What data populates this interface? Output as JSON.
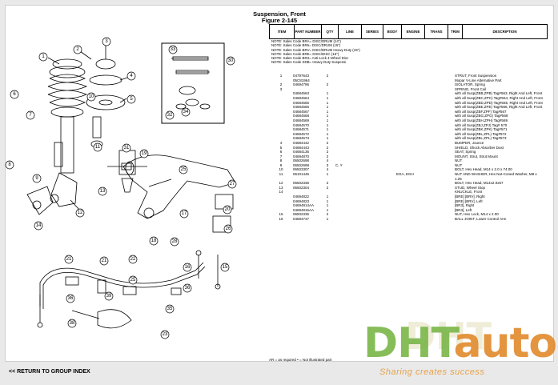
{
  "header": {
    "title": "Suspension, Front",
    "figure": "Figure 2-145"
  },
  "table": {
    "columns": [
      "ITEM",
      "PART NUMBER",
      "QTY",
      "LINE",
      "SERIES",
      "BODY",
      "ENGINE",
      "TRANS",
      "TRIM",
      "DESCRIPTION"
    ],
    "notes": [
      "NOTE: Sales Code BRA= DISC/DRUM (14\")",
      "NOTE: Sales Code BR6= DISC/DRUM (15\")",
      "NOTE: Sales Code BRV= DISC/DRUM Heavy Duty (15\")",
      "NOTE: Sales Code BRE= DISC/DISC (15\")",
      "NOTE: Sales Code BR3= Anti-Lock 4-Wheel Disc",
      "NOTE: Sales Code SDB= Heavy Duty Suspensi"
    ],
    "rows": [
      {
        "item": "1",
        "part": "04797643",
        "qty": "2",
        "line": "",
        "engine": "",
        "desc": "STRUT, Front Suspension"
      },
      {
        "item": "",
        "part": "05C81964",
        "qty": "",
        "line": "",
        "engine": "",
        "desc": "Mopar V-Line Alternative Part"
      },
      {
        "item": "2",
        "part": "04694796",
        "qty": "2",
        "line": "",
        "engine": "",
        "desc": "ISOLATOR, Spring"
      },
      {
        "item": "3",
        "part": "",
        "qty": "",
        "line": "",
        "engine": "",
        "desc": "SPRING, Front Coil"
      },
      {
        "item": "",
        "part": "04684563",
        "qty": "1",
        "line": "",
        "engine": "",
        "desc": "with all Susp(ZBB,ZPB) Tag#563, Right And Left, Front"
      },
      {
        "item": "",
        "part": "04684564",
        "qty": "1",
        "line": "",
        "engine": "",
        "desc": "with all Susp(ZBC,ZPC) Tag#564, Right And Left, Front"
      },
      {
        "item": "",
        "part": "04684565",
        "qty": "1",
        "line": "",
        "engine": "",
        "desc": "with all Susp(ZBD,ZPD) Tag#565, Right And Left, Front"
      },
      {
        "item": "",
        "part": "04684566",
        "qty": "1",
        "line": "",
        "engine": "",
        "desc": "with all Susp(ZBE,ZPE) Tag#566, Right And Left, Front"
      },
      {
        "item": "",
        "part": "04684567",
        "qty": "1",
        "line": "",
        "engine": "",
        "desc": "with all Susp(ZBF,ZPF) Tag#567"
      },
      {
        "item": "",
        "part": "04684568",
        "qty": "1",
        "line": "",
        "engine": "",
        "desc": "with all Susp(ZBG,ZPG) Tag#568"
      },
      {
        "item": "",
        "part": "04684569",
        "qty": "1",
        "line": "",
        "engine": "",
        "desc": "with all Susp(ZBH,ZPH) Tag#569"
      },
      {
        "item": "",
        "part": "04684570",
        "qty": "1",
        "line": "",
        "engine": "",
        "desc": "with all Susp(ZBJ,ZPJ) Tag# 570"
      },
      {
        "item": "",
        "part": "04684571",
        "qty": "1",
        "line": "",
        "engine": "",
        "desc": "with all Susp(ZBK,ZPK) Tag#571"
      },
      {
        "item": "",
        "part": "04684572",
        "qty": "1",
        "line": "",
        "engine": "",
        "desc": "with all Susp(ZBL,ZPL) Tag#572"
      },
      {
        "item": "",
        "part": "04684573",
        "qty": "1",
        "line": "",
        "engine": "",
        "desc": "with all Susp(ZBL,ZPL) Tag#573"
      },
      {
        "item": "4",
        "part": "04684442",
        "qty": "2",
        "line": "",
        "engine": "",
        "desc": "BUMPER, Jounce"
      },
      {
        "item": "5",
        "part": "04684443",
        "qty": "2",
        "line": "",
        "engine": "",
        "desc": "SHIELD, Shock Absorber Dust"
      },
      {
        "item": "6",
        "part": "04684136",
        "qty": "2",
        "line": "",
        "engine": "",
        "desc": "SEAT, Spring"
      },
      {
        "item": "7",
        "part": "04694870",
        "qty": "2",
        "line": "",
        "engine": "",
        "desc": "MOUNT, Strut, Strut Mount"
      },
      {
        "item": "8",
        "part": "06502698",
        "qty": "4",
        "line": "",
        "engine": "",
        "desc": "NUT"
      },
      {
        "item": "9",
        "part": "06502698",
        "qty": "3",
        "line": "C, Y",
        "engine": "",
        "desc": "NUT"
      },
      {
        "item": "10",
        "part": "06503307",
        "qty": "4",
        "line": "",
        "engine": "",
        "desc": "BOLT, Hex Head, M14 x 2.0 x 74.00"
      },
      {
        "item": "11",
        "part": "06101445",
        "qty": "1",
        "line": "",
        "engine": "EGA, EGH",
        "desc": "NUT AND WASHER, Hex Nut-Coned Washer, M8 x 1.25"
      },
      {
        "item": "12",
        "part": "06502336",
        "qty": "2",
        "line": "",
        "engine": "",
        "desc": "BOLT, Hex Head, M14x2.0x57"
      },
      {
        "item": "13",
        "part": "06502304",
        "qty": "2",
        "line": "",
        "engine": "",
        "desc": "STUD, Wheel Stop"
      },
      {
        "item": "14",
        "part": "",
        "qty": "",
        "line": "",
        "engine": "",
        "desc": "KNUCKLE, Front"
      },
      {
        "item": "",
        "part": "04694822",
        "qty": "1",
        "line": "",
        "engine": "",
        "desc": "[BRE] [BRV], Right"
      },
      {
        "item": "",
        "part": "04694823",
        "qty": "1",
        "line": "",
        "engine": "",
        "desc": "[BRE] [BRV], Left"
      },
      {
        "item": "",
        "part": "04694914AA",
        "qty": "1",
        "line": "",
        "engine": "",
        "desc": "[BR3], Right"
      },
      {
        "item": "",
        "part": "04694915AA",
        "qty": "1",
        "line": "",
        "engine": "",
        "desc": "[BR3], Left"
      },
      {
        "item": "15",
        "part": "06502335",
        "qty": "2",
        "line": "",
        "engine": "",
        "desc": "NUT, Hex Lock, M14 x 2.00"
      },
      {
        "item": "16",
        "part": "04694747",
        "qty": "1",
        "line": "",
        "engine": "",
        "desc": "BALL JOINT, Lower Control Arm"
      }
    ],
    "footer_note": "AR = as required  • = Not illustrated part"
  },
  "nav": {
    "back_link": "<< RETURN TO GROUP INDEX"
  },
  "watermark": {
    "logo_a": "DHT",
    "logo_b": "auto",
    "tagline": "Sharing creates success"
  },
  "diagram": {
    "callouts": [
      "1",
      "2",
      "3",
      "4",
      "5",
      "6",
      "7",
      "8",
      "9",
      "10",
      "11",
      "12",
      "13",
      "14",
      "15",
      "16",
      "17",
      "18",
      "19",
      "20",
      "21",
      "22",
      "23",
      "24",
      "25",
      "26",
      "27",
      "28",
      "29",
      "30",
      "31",
      "32",
      "33",
      "34",
      "35",
      "36",
      "37",
      "38",
      "39"
    ]
  }
}
